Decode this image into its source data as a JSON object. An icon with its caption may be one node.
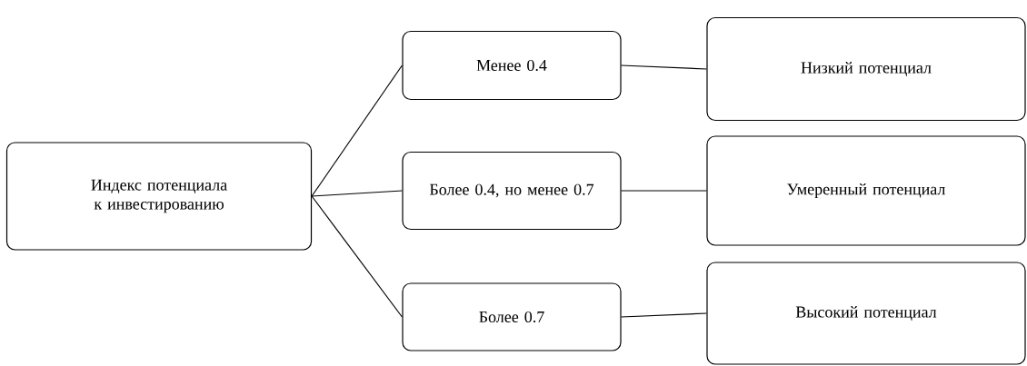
{
  "diagram": {
    "nodes": [
      {
        "text": [
          "Индекс потенциала к инвестированию"
        ]
      },
      {
        "text": [
          "Менее 0.4"
        ]
      },
      {
        "text": [
          "Более 0.4, но менее 0.7"
        ]
      },
      {
        "text": [
          "Более 0.7"
        ]
      },
      {
        "text": [
          "Низкий потенциал"
        ]
      },
      {
        "text": [
          "Умеренный потенциал"
        ]
      },
      {
        "text": [
          "Высокий потенциал"
        ]
      }
    ],
    "edges": [
      {
        "from": 0,
        "to": 1,
        "arrow": "none"
      },
      {
        "from": 0,
        "to": 2,
        "arrow": "none"
      },
      {
        "from": 0,
        "to": 3,
        "arrow": "none"
      },
      {
        "from": 1,
        "to": 4,
        "arrow": "none"
      },
      {
        "from": 2,
        "to": 5,
        "arrow": "none"
      },
      {
        "from": 3,
        "to": 6,
        "arrow": "none"
      }
    ]
  }
}
